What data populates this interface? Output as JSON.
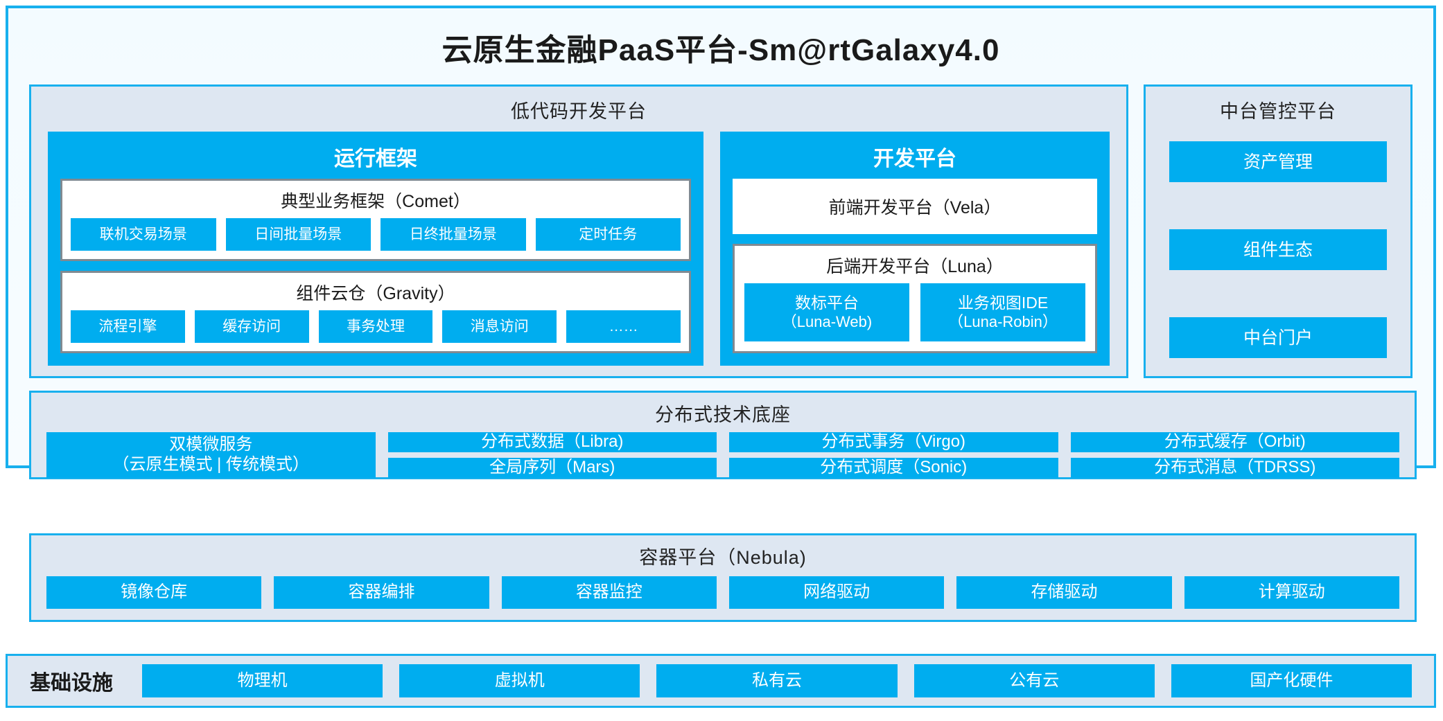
{
  "title": "云原生金融PaaS平台-Sm@rtGalaxy4.0",
  "lowcode": {
    "title": "低代码开发平台",
    "runtime": {
      "title": "运行框架",
      "comet": {
        "title": "典型业务框架（Comet）",
        "chips": [
          "联机交易场景",
          "日间批量场景",
          "日终批量场景",
          "定时任务"
        ]
      },
      "gravity": {
        "title": "组件云仓（Gravity）",
        "chips": [
          "流程引擎",
          "缓存访问",
          "事务处理",
          "消息访问",
          "……"
        ]
      }
    },
    "devplatform": {
      "title": "开发平台",
      "vela": "前端开发平台（Vela）",
      "luna": {
        "title": "后端开发平台（Luna）",
        "chips": [
          {
            "line1": "数标平台",
            "line2": "（Luna-Web)"
          },
          {
            "line1": "业务视图IDE",
            "line2": "（Luna-Robin）"
          }
        ]
      }
    }
  },
  "midplatform": {
    "title": "中台管控平台",
    "items": [
      "资产管理",
      "组件生态",
      "中台门户"
    ]
  },
  "distributed": {
    "title": "分布式技术底座",
    "wide": {
      "line1": "双模微服务",
      "line2": "（云原生模式 | 传统模式）"
    },
    "columns": [
      [
        "分布式数据（Libra)",
        "全局序列（Mars)"
      ],
      [
        "分布式事务（Virgo)",
        "分布式调度（Sonic)"
      ],
      [
        "分布式缓存（Orbit)",
        "分布式消息（TDRSS)"
      ]
    ]
  },
  "container": {
    "title": "容器平台（Nebula)",
    "items": [
      "镜像仓库",
      "容器编排",
      "容器监控",
      "网络驱动",
      "存储驱动",
      "计算驱动"
    ]
  },
  "infrastructure": {
    "label": "基础设施",
    "items": [
      "物理机",
      "虚拟机",
      "私有云",
      "公有云",
      "国产化硬件"
    ]
  },
  "colors": {
    "accent": "#00ADEF",
    "frame": "#18b0ee",
    "panel_bg": "#dee7f2",
    "card_border": "#7f8a92"
  }
}
